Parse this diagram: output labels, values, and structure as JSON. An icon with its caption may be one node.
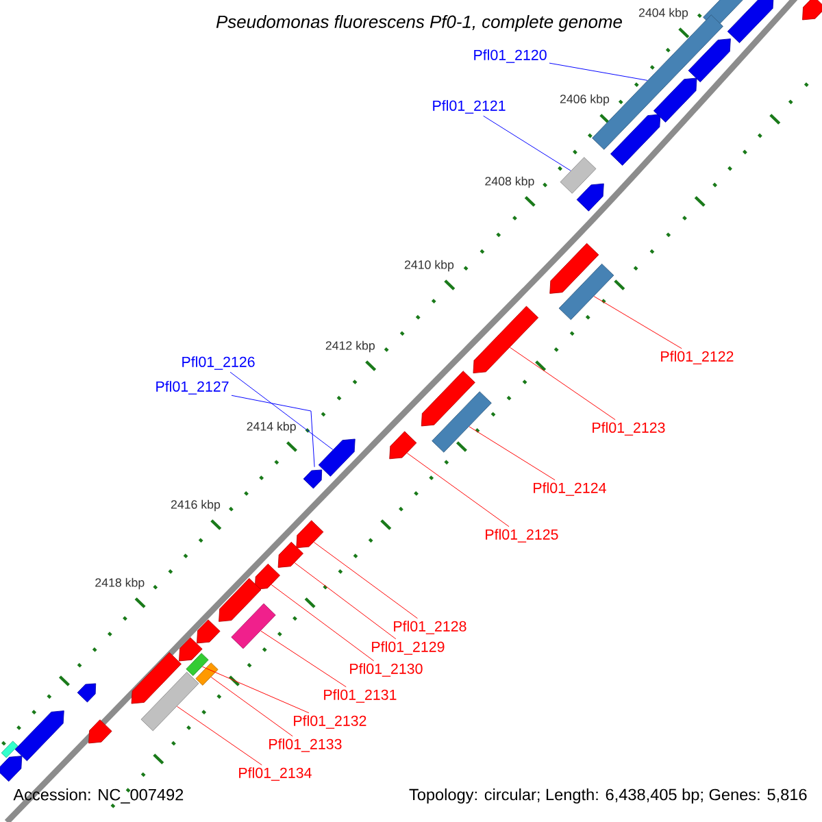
{
  "diagram": {
    "title": "Pseudomonas fluorescens Pf0-1, complete genome",
    "nodes": [
      {
        "text": [
          "Pfl01_2120"
        ]
      },
      {
        "text": [
          "Pfl01_2121"
        ]
      },
      {
        "text": [
          "Pfl01_2122"
        ]
      },
      {
        "text": [
          "Pfl01_2123"
        ]
      },
      {
        "text": [
          "Pfl01_2124"
        ]
      },
      {
        "text": [
          "Pfl01_2125"
        ]
      },
      {
        "text": [
          "Pfl01_2126"
        ]
      },
      {
        "text": [
          "Pfl01_2127"
        ]
      },
      {
        "text": [
          "Pfl01_2128"
        ]
      },
      {
        "text": [
          "Pfl01_2129"
        ]
      },
      {
        "text": [
          "Pfl01_2130"
        ]
      },
      {
        "text": [
          "Pfl01_2131"
        ]
      },
      {
        "text": [
          "Pfl01_2132"
        ]
      },
      {
        "text": [
          "Pfl01_2133"
        ]
      },
      {
        "text": [
          "Pfl01_2134"
        ]
      },
      {
        "text": [],
        "shape": "box"
      },
      {
        "text": [],
        "shape": "box"
      },
      {
        "text": [],
        "shape": "pentagon"
      },
      {
        "text": [],
        "shape": "pentagon"
      },
      {
        "text": [],
        "shape": "pentagon"
      },
      {
        "text": [],
        "shape": "pentagon"
      },
      {
        "text": [],
        "shape": "pentagon"
      },
      {
        "text": [],
        "shape": "box"
      },
      {
        "text": [],
        "shape": "pentagon"
      },
      {
        "text": [],
        "shape": "pentagon"
      },
      {
        "text": [],
        "shape": "box"
      },
      {
        "text": [],
        "shape": "pentagon"
      },
      {
        "text": [],
        "shape": "pentagon"
      },
      {
        "text": [],
        "shape": "box"
      },
      {
        "text": [],
        "shape": "pentagon"
      },
      {
        "text": [],
        "shape": "pentagon"
      },
      {
        "text": [],
        "shape": "pentagon"
      },
      {
        "text": [],
        "shape": "pentagon"
      },
      {
        "text": [],
        "shape": "pentagon"
      },
      {
        "text": [],
        "shape": "pentagon"
      },
      {
        "text": [],
        "shape": "pentagon"
      },
      {
        "text": [],
        "shape": "box"
      },
      {
        "text": [],
        "shape": "pentagon"
      },
      {
        "text": [],
        "shape": "pentagon"
      },
      {
        "text": [],
        "shape": "pentagon"
      },
      {
        "text": [],
        "shape": "box"
      },
      {
        "text": [],
        "shape": "box"
      },
      {
        "text": [],
        "shape": "box"
      },
      {
        "text": [],
        "shape": "pentagon"
      },
      {
        "text": [],
        "shape": "pentagon"
      },
      {
        "text": [],
        "shape": "pentagon"
      },
      {
        "text": [],
        "shape": "pentagon"
      },
      {
        "text": [],
        "shape": "box"
      }
    ],
    "edges": [
      {
        "from": 0,
        "to": 16,
        "arrow": "none",
        "color": "#0000ff"
      },
      {
        "from": 1,
        "to": 22,
        "arrow": "none",
        "color": "#0000ff"
      },
      {
        "from": 2,
        "to": 25,
        "arrow": "none"
      },
      {
        "from": 3,
        "to": 26,
        "arrow": "none"
      },
      {
        "from": 4,
        "to": 28,
        "arrow": "none"
      },
      {
        "from": 5,
        "to": 29,
        "arrow": "none"
      },
      {
        "from": 6,
        "to": 30,
        "arrow": "none",
        "color": "#0000ff"
      },
      {
        "from": 7,
        "to": 31,
        "arrow": "none",
        "color": "#0000ff"
      },
      {
        "from": 8,
        "to": 32,
        "arrow": "none"
      },
      {
        "from": 9,
        "to": 33,
        "arrow": "none"
      },
      {
        "from": 10,
        "to": 34,
        "arrow": "none"
      },
      {
        "from": 11,
        "to": 36,
        "arrow": "none"
      },
      {
        "from": 12,
        "to": 40,
        "arrow": "none"
      },
      {
        "from": 13,
        "to": 41,
        "arrow": "none"
      },
      {
        "from": 14,
        "to": 42,
        "arrow": "none"
      }
    ],
    "labels": [
      "2404 kbp",
      "2406 kbp",
      "2408 kbp",
      "2410 kbp",
      "2412 kbp",
      "2414 kbp",
      "2416 kbp",
      "2418 kbp",
      "Accession: NC_007492",
      "Topology: circular; Length: 6,438,405 bp; Genes: 5,816"
    ]
  }
}
